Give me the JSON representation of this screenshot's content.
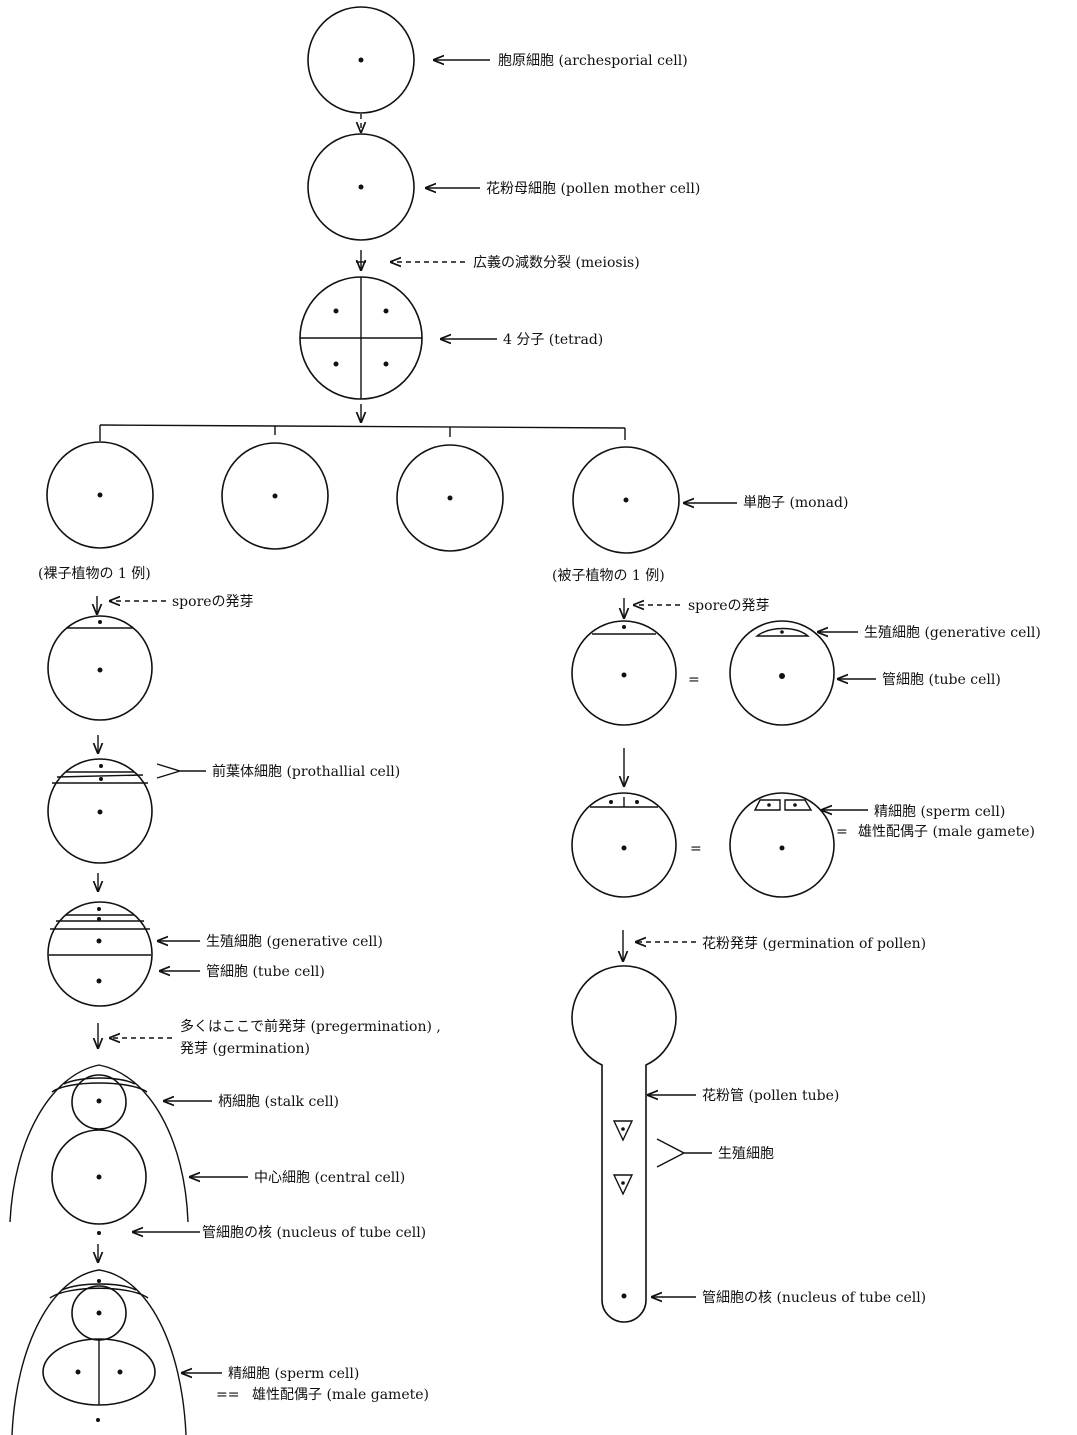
{
  "labels": {
    "archesporial": "胞原細胞 (archesporial cell)",
    "pollen_mother": "花粉母細胞 (pollen mother cell)",
    "meiosis": "広義の減数分裂 (meiosis)",
    "tetrad": "4 分子 (tetrad)",
    "monad": "単胞子 (monad)",
    "gymno_title": "(裸子植物の 1 例)",
    "angio_title": "(被子植物の 1 例)",
    "spore_germ_left": "sporeの発芽",
    "spore_germ_right": "sporeの発芽",
    "generative_right": "生殖細胞 (generative cell)",
    "tube_right": "管細胞 (tube cell)",
    "prothallial": "前葉体細胞 (prothallial cell)",
    "sperm_right": "精細胞 (sperm cell)",
    "male_gamete_right": "雄性配偶子 (male gamete)",
    "generative_left": "生殖細胞 (generative cell)",
    "tube_left": "管細胞 (tube cell)",
    "pregermination": "多くはここで前発芽 (pregermination) ,",
    "germination": "発芽 (germination)",
    "pollen_germination": "花粉発芽 (germination of pollen)",
    "stalk": "柄細胞 (stalk cell)",
    "pollen_tube": "花粉管 (pollen tube)",
    "central": "中心細胞 (central cell)",
    "generative_tube": "生殖細胞",
    "nucleus_tube_left": "管細胞の核 (nucleus of tube cell)",
    "nucleus_tube_right": "管細胞の核 (nucleus of tube cell)",
    "sperm_left": "精細胞 (sperm cell)",
    "male_gamete_left": "雄性配偶子 (male gamete)",
    "eq1": "=",
    "eq2": "=",
    "eq_sym_right": "=",
    "eq_sym_left": "=="
  }
}
